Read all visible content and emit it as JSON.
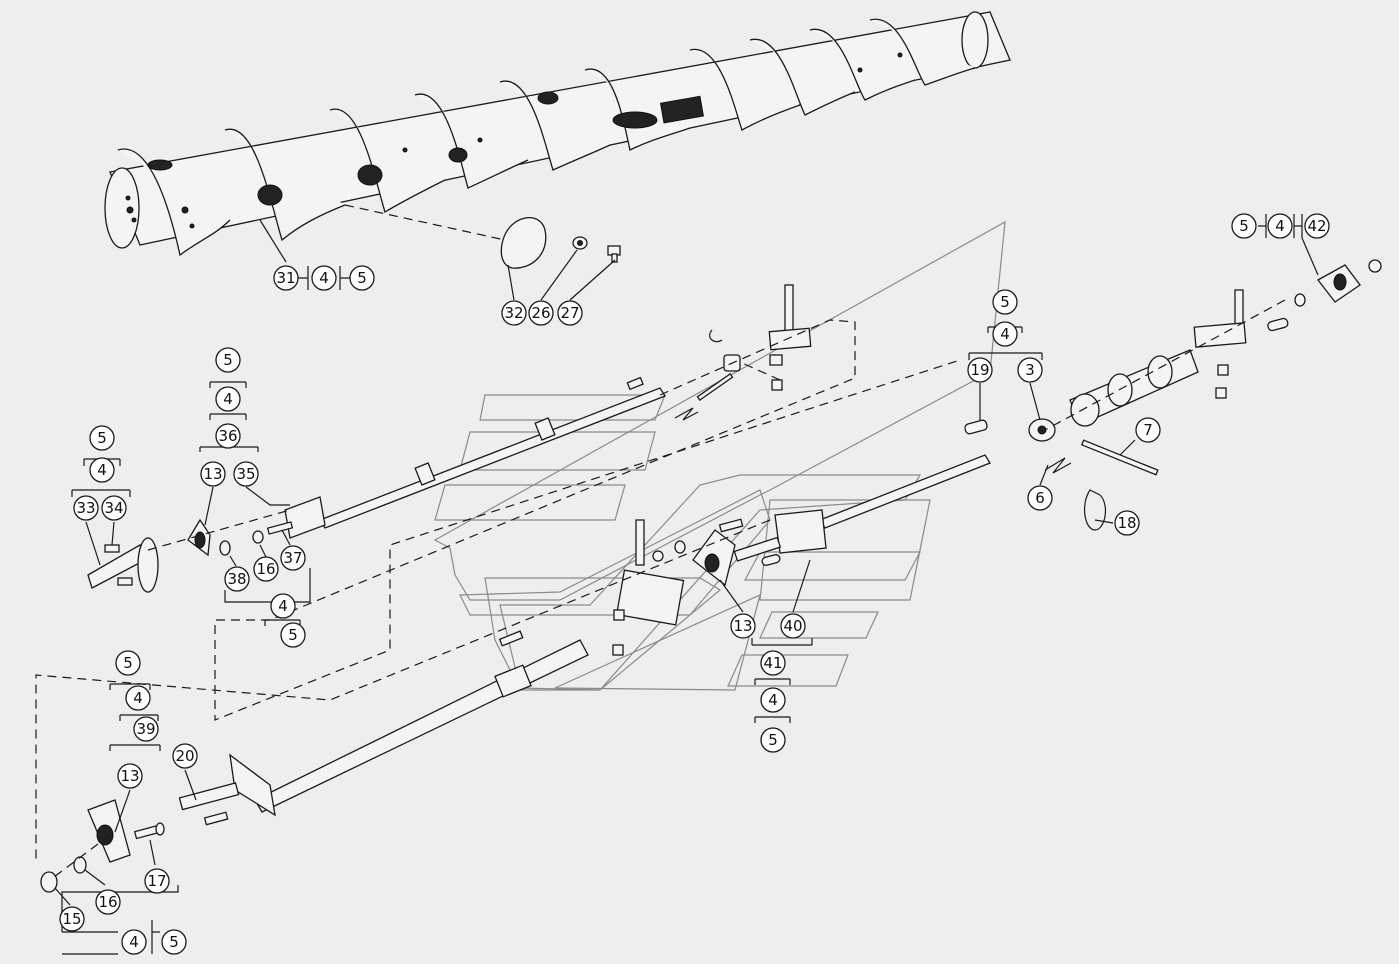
{
  "callouts": {
    "c31": "31",
    "c4a": "4",
    "c5a": "5",
    "c32": "32",
    "c26": "26",
    "c27": "27",
    "c5b": "5",
    "c4b": "4",
    "c42": "42",
    "c5c": "5",
    "c4c": "4",
    "c19": "19",
    "c3": "3",
    "c7": "7",
    "c6": "6",
    "c18": "18",
    "c5d": "5",
    "c4d": "4",
    "c36": "36",
    "c13a": "13",
    "c35": "35",
    "c5e": "5",
    "c4e": "4",
    "c33": "33",
    "c34": "34",
    "c38": "38",
    "c16a": "16",
    "c37": "37",
    "c4f": "4",
    "c5f": "5",
    "c13b": "13",
    "c40": "40",
    "c41": "41",
    "c4g": "4",
    "c5g": "5",
    "c5h": "5",
    "c4h": "4",
    "c39": "39",
    "c13c": "13",
    "c20": "20",
    "c17": "17",
    "c15": "15",
    "c16b": "16",
    "c4i": "4",
    "c5i": "5"
  }
}
